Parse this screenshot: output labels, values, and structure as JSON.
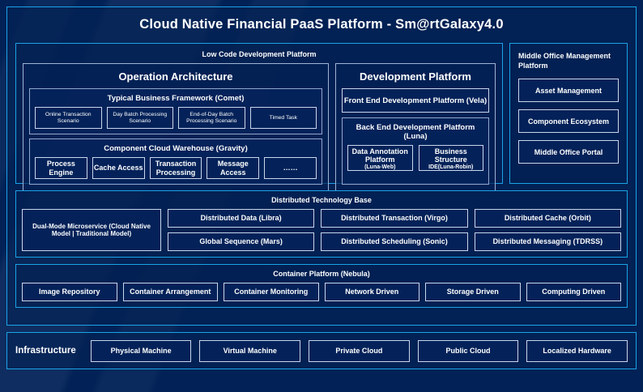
{
  "page_title": "Cloud Native Financial PaaS Platform - Sm@rtGalaxy4.0",
  "colors": {
    "background": "#022257",
    "frame_border": "#1BA3E6",
    "panel_border": "#8FA7CE",
    "leaf_border": "#C8D6EC",
    "leaf_fill": "#042259",
    "text": "#FFFFFF"
  },
  "low_code": {
    "heading": "Low Code Development Platform",
    "operation_architecture": {
      "title": "Operation Architecture",
      "comet": {
        "title": "Typical Business Framework (Comet)",
        "items": [
          "Online Transaction Scenario",
          "Day Batch Processing Scenario",
          "End-of-Day Batch Processing Scenario",
          "Timed Task"
        ]
      },
      "gravity": {
        "title": "Component Cloud Warehouse (Gravity)",
        "items": [
          "Process Engine",
          "Cache Access",
          "Transaction Processing",
          "Message Access",
          "……"
        ]
      }
    },
    "development_platform": {
      "title": "Development Platform",
      "front_end": "Front End Development Platform (Vela)",
      "back_end": {
        "title": "Back End Development Platform (Luna)",
        "items": [
          {
            "name": "Data Annotation Platform",
            "tag": "(Luna-Web)"
          },
          {
            "name": "Business Structure",
            "tag": "IDE(Luna-Robin)"
          }
        ]
      }
    }
  },
  "middle_office": {
    "title": "Middle Office Management Platform",
    "items": [
      "Asset Management",
      "Component Ecosystem",
      "Middle Office Portal"
    ]
  },
  "distributed_technology_base": {
    "heading": "Distributed Technology Base",
    "dual_mode": "Dual-Mode Microservice (Cloud Native Model | Traditional Model)",
    "columns": [
      [
        "Distributed Data (Libra)",
        "Global Sequence (Mars)"
      ],
      [
        "Distributed Transaction (Virgo)",
        "Distributed Scheduling (Sonic)"
      ],
      [
        "Distributed Cache (Orbit)",
        "Distributed Messaging (TDRSS)"
      ]
    ]
  },
  "container_platform": {
    "heading": "Container Platform (Nebula)",
    "items": [
      "Image Repository",
      "Container Arrangement",
      "Container Monitoring",
      "Network Driven",
      "Storage Driven",
      "Computing Driven"
    ]
  },
  "infrastructure": {
    "label": "Infrastructure",
    "items": [
      "Physical Machine",
      "Virtual Machine",
      "Private Cloud",
      "Public Cloud",
      "Localized Hardware"
    ]
  }
}
